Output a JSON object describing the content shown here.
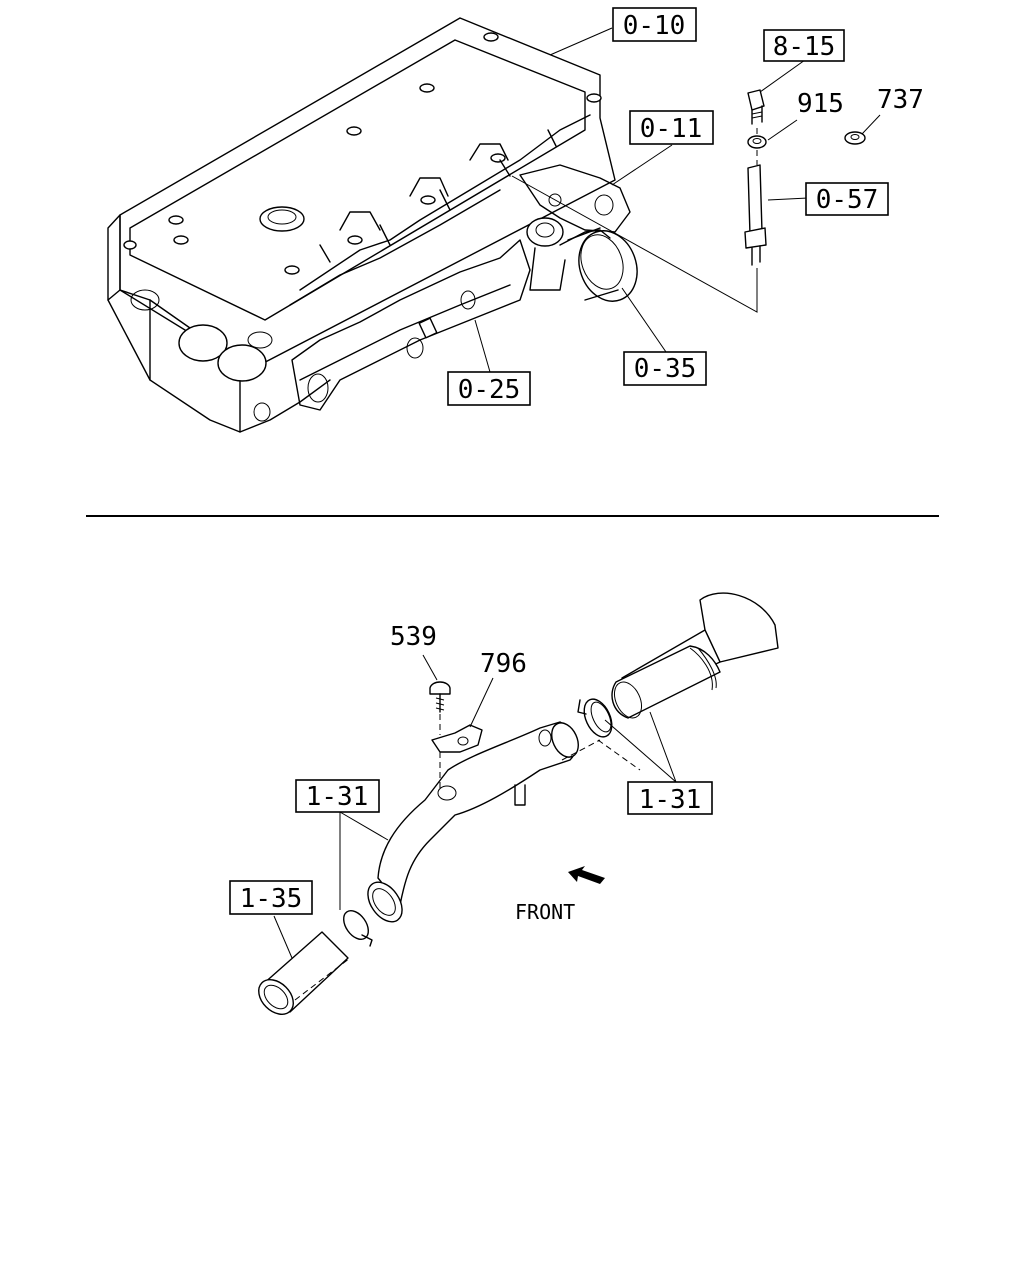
{
  "callouts": {
    "c_0_10": "0-10",
    "c_0_11": "0-11",
    "c_0_57": "0-57",
    "c_0_35": "0-35",
    "c_0_25": "0-25",
    "c_8_15": "8-15",
    "c_1_31_left": "1-31",
    "c_1_31_right": "1-31",
    "c_1_35": "1-35"
  },
  "part_numbers": {
    "p915": "915",
    "p737": "737",
    "p539": "539",
    "p796": "796"
  },
  "front_label": "FRONT"
}
